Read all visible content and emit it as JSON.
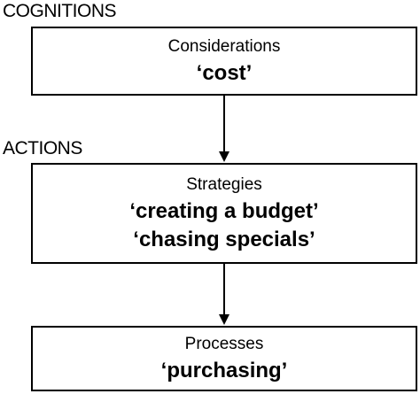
{
  "sections": {
    "cognitions_label": "COGNITIONS",
    "actions_label": "ACTIONS"
  },
  "considerations": {
    "title": "Considerations",
    "items": [
      "‘cost’"
    ]
  },
  "strategies": {
    "title": "Strategies",
    "items": [
      "‘creating a budget’",
      "‘chasing specials’"
    ]
  },
  "processes": {
    "title": "Processes",
    "items": [
      "‘purchasing’"
    ]
  },
  "colors": {
    "line": "#000000",
    "background": "#ffffff"
  }
}
